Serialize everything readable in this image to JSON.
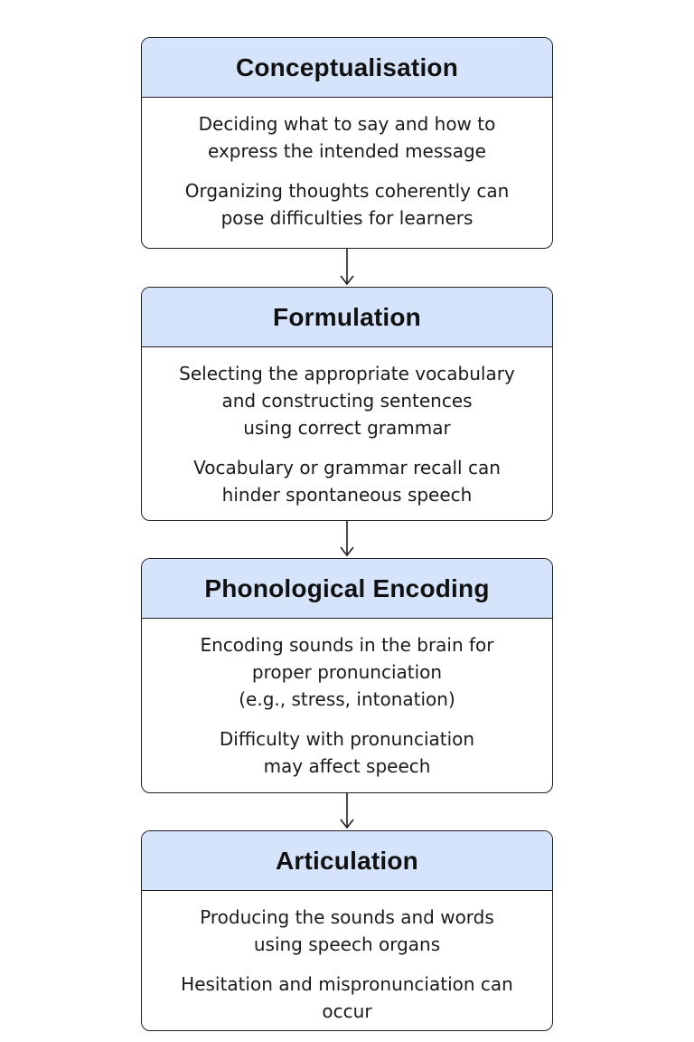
{
  "stages": [
    {
      "title": "Conceptualisation",
      "description": "Deciding what to say and how to\nexpress the intended message",
      "difficulty": "Organizing thoughts coherently can\npose difficulties for learners"
    },
    {
      "title": "Formulation",
      "description": "Selecting the appropriate vocabulary\nand constructing sentences\nusing correct grammar",
      "difficulty": "Vocabulary or grammar recall can\nhinder spontaneous speech"
    },
    {
      "title": "Phonological Encoding",
      "description": "Encoding sounds in the brain for\nproper pronunciation\n(e.g., stress, intonation)",
      "difficulty": "Difficulty with pronunciation\nmay affect speech"
    },
    {
      "title": "Articulation",
      "description": "Producing the sounds and words\nusing speech organs",
      "difficulty": "Hesitation and mispronunciation can\noccur"
    }
  ],
  "colors": {
    "header_fill": "#d6e4fb",
    "border": "#1f1f1f",
    "arrow": "#1f1f1f"
  }
}
